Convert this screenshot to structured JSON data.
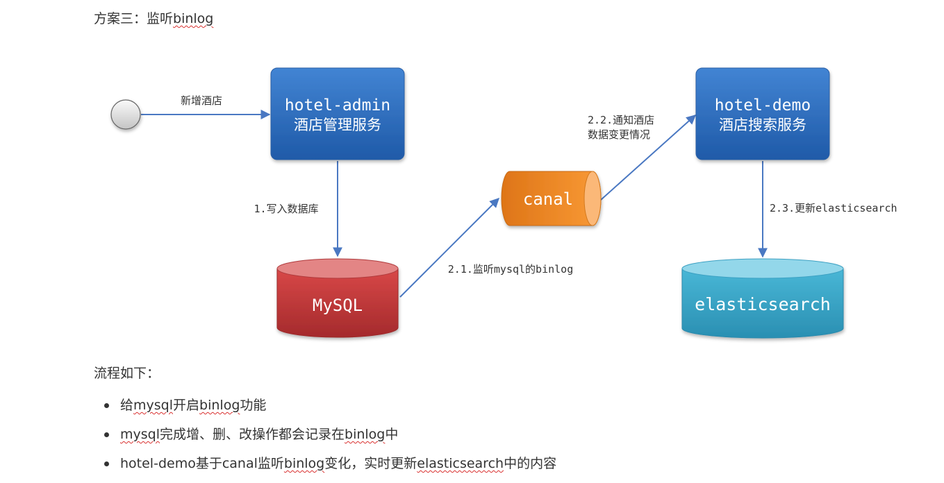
{
  "heading": {
    "prefix": "方案三：监听",
    "word": "binlog"
  },
  "diagram": {
    "start_label": "新增酒店",
    "hotel_admin": {
      "line1": "hotel-admin",
      "line2": "酒店管理服务"
    },
    "hotel_demo": {
      "line1": "hotel-demo",
      "line2": "酒店搜索服务"
    },
    "canal": "canal",
    "mysql": "MySQL",
    "elasticsearch": "elasticsearch",
    "step_1": "1.写入数据库",
    "step_2_1": "2.1.监听mysql的binlog",
    "step_2_2_line1": "2.2.通知酒店",
    "step_2_2_line2": "数据变更情况",
    "step_2_3": "2.3.更新elasticsearch"
  },
  "flow": {
    "heading": "流程如下：",
    "items": [
      {
        "parts": [
          "给",
          "mysql",
          "开启",
          "binlog",
          "功能"
        ]
      },
      {
        "parts": [
          "mysql",
          "完成增、删、改操作都会记录在",
          "binlog",
          "中"
        ]
      },
      {
        "parts": [
          "hotel-demo基于canal监听",
          "binlog",
          "变化，实时更新",
          "elasticsearch",
          "中的内容"
        ]
      }
    ]
  },
  "colors": {
    "service_box": "#2e6bb5",
    "canal": "#f08a24",
    "mysql": "#c0393b",
    "elasticsearch": "#3aa7c7",
    "arrow": "#4a78c2"
  }
}
